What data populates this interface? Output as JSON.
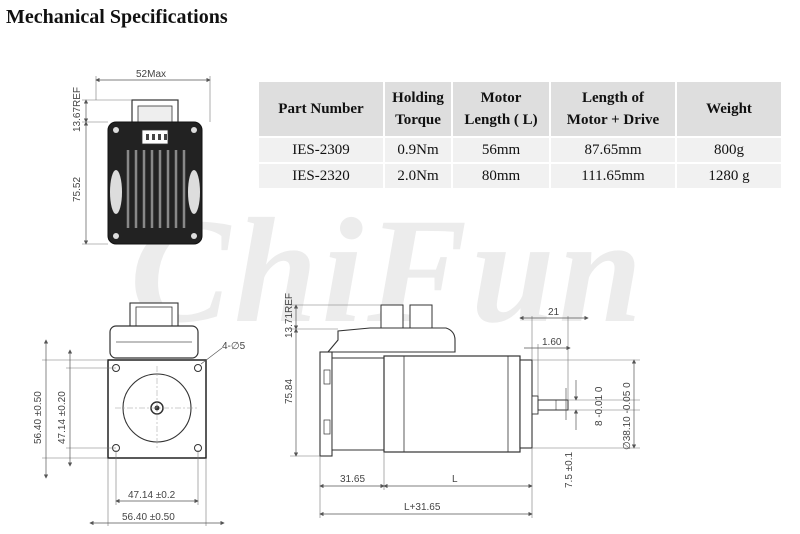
{
  "title": "Mechanical Specifications",
  "watermark": "ChiFun",
  "table": {
    "headers": [
      {
        "line1": "Part Number",
        "line2": ""
      },
      {
        "line1": "Holding",
        "line2": "Torque"
      },
      {
        "line1": "Motor",
        "line2": "Length ( L)"
      },
      {
        "line1": "Length of",
        "line2": "Motor + Drive"
      },
      {
        "line1": "Weight",
        "line2": ""
      }
    ],
    "rows": [
      [
        "IES-2309",
        "0.9Nm",
        "56mm",
        "87.65mm",
        "800g"
      ],
      [
        "IES-2320",
        "2.0Nm",
        "80mm",
        "111.65mm",
        "1280 g"
      ]
    ]
  },
  "dims": {
    "top_width": "52Max",
    "top_ref": "13.67REF",
    "top_height": "75.52",
    "holes": "4-∅5",
    "front_height_outer": "56.40 ±0.50",
    "front_height_inner": "47.14 ±0.20",
    "front_width_inner": "47.14 ±0.2",
    "front_width_outer": "56.40 ±0.50",
    "side_ref": "13.71REF",
    "side_height": "75.84",
    "shaft_len": "21",
    "shaft_step": "1.60",
    "shaft_flat": "7.5 ±0.1",
    "shaft_dia": "8 -0.01  0",
    "pilot_dia": "∅38.10 -0.05  0",
    "drive_len": "31.65",
    "motor_len": "L",
    "total_len": "L+31.65"
  }
}
